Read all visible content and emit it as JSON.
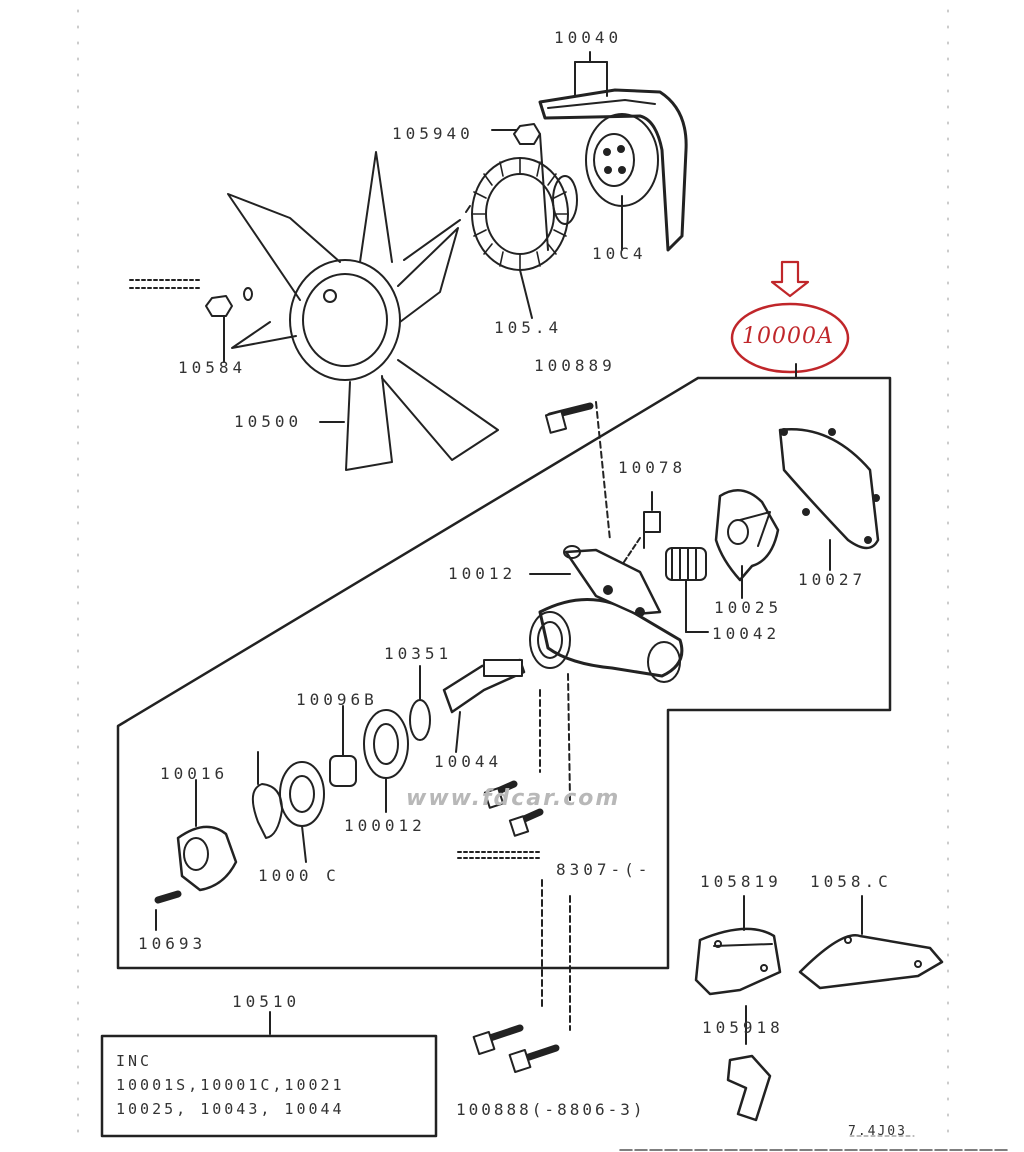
{
  "diagram": {
    "annotation": "10000A",
    "watermark": "www.fdcar.com",
    "page_code": "7.4J03",
    "part_labels": {
      "p10040": "10040",
      "p105940": "105940",
      "p10C4": "10C4",
      "p1054": "105.4",
      "p10584": "10584",
      "p10500": "10500",
      "p100889": "100889",
      "p10078": "10078",
      "p10012": "10012",
      "p10027": "10027",
      "p10025": "10025",
      "p10042": "10042",
      "p10351": "10351",
      "p10096B": "10096B",
      "p10044": "10044",
      "p100012": "100012",
      "p10016": "10016",
      "p1000C": "1000 C",
      "p10693": "10693",
      "p105819": "105819",
      "p1058C": "1058.C",
      "p105918": "105918",
      "p10510": "10510",
      "p_bolt_a": "8307-(-",
      "p_bolt_b": "100888(-8806-3)"
    },
    "kit_box": {
      "line1": "INC",
      "line2": "10001S,10001C,10021",
      "line3": "10025, 10043, 10044"
    }
  }
}
